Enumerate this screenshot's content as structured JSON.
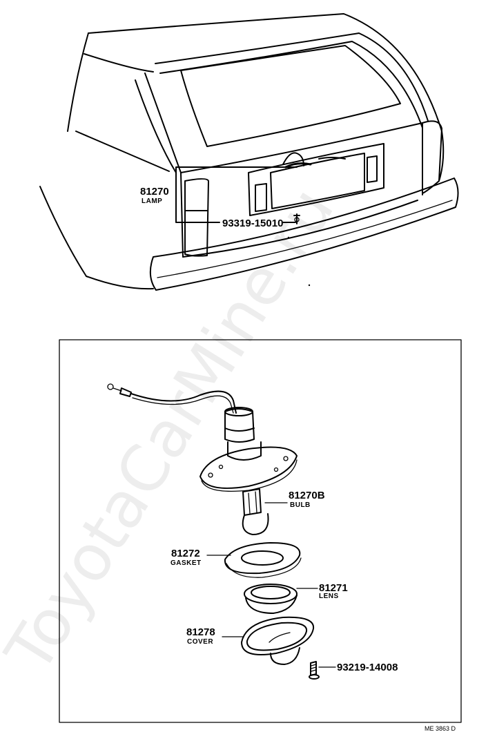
{
  "parts": {
    "lamp_assembly": {
      "number": "81270",
      "name": "LAMP"
    },
    "screw_top": {
      "number": "93319-15010"
    },
    "bulb": {
      "number": "81270B",
      "name": "BULB"
    },
    "gasket": {
      "number": "81272",
      "name": "GASKET"
    },
    "lens": {
      "number": "81271",
      "name": "LENS"
    },
    "cover": {
      "number": "81278",
      "name": "COVER"
    },
    "screw_bottom": {
      "number": "93219-14008"
    }
  },
  "drawing_ref": "ME 3863 D",
  "watermark": "ToyotaCarMine.ru"
}
